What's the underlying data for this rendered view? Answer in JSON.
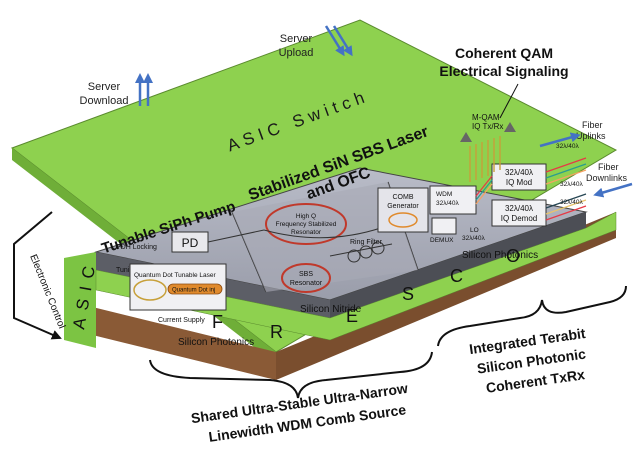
{
  "labels": {
    "server_download": [
      "Server",
      "Download"
    ],
    "server_upload": [
      "Server",
      "Upload"
    ],
    "coherent_qam": [
      "Coherent QAM",
      "Electrical Signaling"
    ],
    "asic_switch": "ASIC Switch",
    "stabilized_laser": [
      "Stabilized SiN SBS Laser",
      "and OFC"
    ],
    "tunable_pump": "Tunable SiPh Pump",
    "electronic_control": "Electronic Control",
    "asic_side": "ASIC",
    "mqam": [
      "M-QAM",
      "IQ Tx/Rx"
    ],
    "fiber_uplinks": [
      "Fiber",
      "Uplinks"
    ],
    "fiber_downlinks": [
      "Fiber",
      "Downlinks"
    ],
    "pd": "PD",
    "pdh_locking": "PDH Locking",
    "tuning": "Tuning",
    "qd_tunable_laser": "Quantum Dot Tunable Laser",
    "qd_inj": "Quantum Dot inj",
    "current_supply": "Current Supply",
    "silicon_photonics_left": "Silicon Photonics",
    "high_q": [
      "High Q",
      "Frequency Stabilized",
      "Resonator"
    ],
    "ring_filter": "Ring Filter",
    "sbs_resonator": [
      "SBS",
      "Resonator"
    ],
    "silicon_nitride": "Silicon Nitride",
    "comb_generator": [
      "COMB",
      "Generator"
    ],
    "wdm": [
      "WDM",
      "32λ/40λ"
    ],
    "demux": "DEMUX",
    "lo": [
      "LO",
      "32λ/40λ"
    ],
    "iq_mod": [
      "32λ/40λ",
      "IQ Mod"
    ],
    "iq_demod": [
      "32λ/40λ",
      "IQ Demod"
    ],
    "ch_top": "32λ/40λ",
    "ch_mid": "32λ/40λ",
    "ch_bot": "32λ/40λ",
    "silicon_photonics_right": "Silicon Photonics",
    "fresco": [
      "F",
      "R",
      "E",
      "S",
      "C",
      "O"
    ],
    "shared_source": [
      "Shared Ultra-Stable Ultra-Narrow",
      "Linewidth WDM Comb Source"
    ],
    "integrated_txrx": [
      "Integrated Terabit",
      "Silicon Photonic",
      "Coherent TxRx"
    ]
  },
  "colors": {
    "board_top": "#8ed14f",
    "board_edge": "#8a5a36",
    "chip_gray": "#a9acb8",
    "chip_dark": "#5c5e66",
    "arrow_blue": "#4472c4",
    "laser_orange": "#e08a2c",
    "ring_red": "#c0392b"
  }
}
